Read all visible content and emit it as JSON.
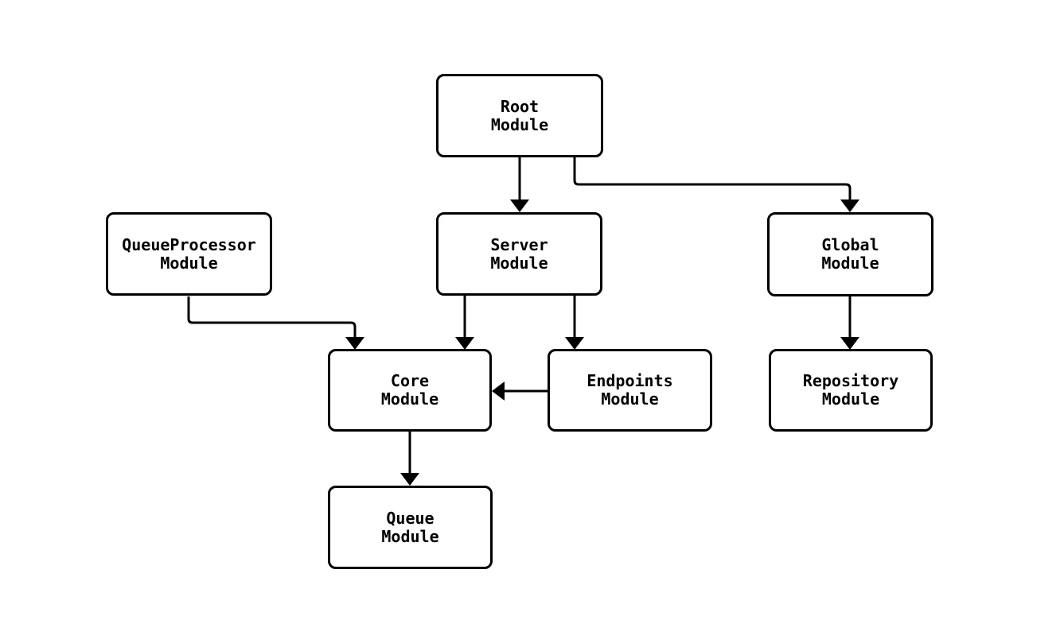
{
  "diagram": {
    "type": "flowchart",
    "background_color": "#ffffff",
    "stroke_color": "#000000",
    "text_color": "#000000",
    "nodes": {
      "root": {
        "line1": "Root",
        "line2": "Module"
      },
      "queueprocessor": {
        "line1": "QueueProcessor",
        "line2": "Module"
      },
      "server": {
        "line1": "Server",
        "line2": "Module"
      },
      "global": {
        "line1": "Global",
        "line2": "Module"
      },
      "core": {
        "line1": "Core",
        "line2": "Module"
      },
      "endpoints": {
        "line1": "Endpoints",
        "line2": "Module"
      },
      "repository": {
        "line1": "Repository",
        "line2": "Module"
      },
      "queue": {
        "line1": "Queue",
        "line2": "Module"
      }
    },
    "edges": [
      {
        "from": "Root Module",
        "to": "Server Module"
      },
      {
        "from": "Root Module",
        "to": "Global Module"
      },
      {
        "from": "QueueProcessor Module",
        "to": "Core Module"
      },
      {
        "from": "Server Module",
        "to": "Core Module"
      },
      {
        "from": "Server Module",
        "to": "Endpoints Module"
      },
      {
        "from": "Global Module",
        "to": "Repository Module"
      },
      {
        "from": "Endpoints Module",
        "to": "Core Module"
      },
      {
        "from": "Core Module",
        "to": "Queue Module"
      }
    ]
  }
}
